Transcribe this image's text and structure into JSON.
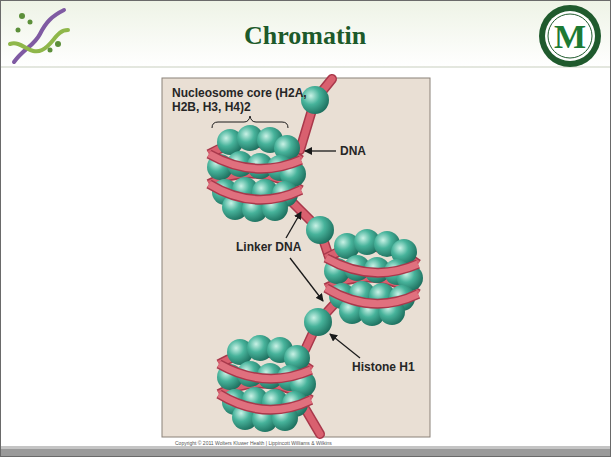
{
  "diagram": {
    "title": "Chromatin",
    "labels": [
      "Nucleosome core (H2A, H2B, H3, H4)2",
      "DNA",
      "Linker DNA",
      "Histone H1",
      "Copyright © 2011 Wolters Kluwer Health | Lippincott Williams & Wilkins",
      "M"
    ]
  }
}
